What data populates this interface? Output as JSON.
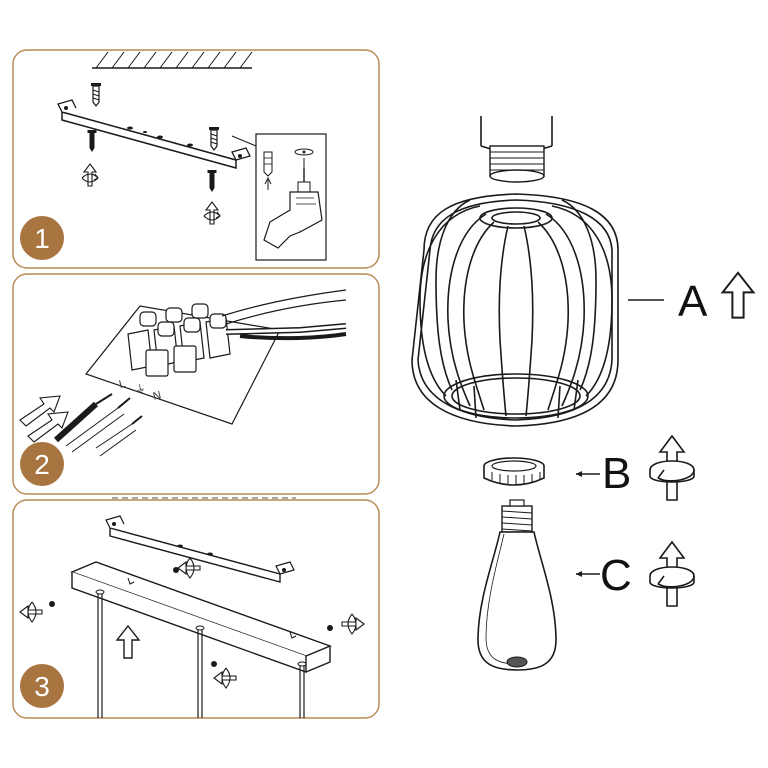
{
  "colors": {
    "panel_border": "#b98a56",
    "badge_fill": "#a87440",
    "line": "#1a1a1a",
    "background": "#ffffff"
  },
  "steps": [
    {
      "number": "1",
      "description_icon": "ceiling-bracket-mounting"
    },
    {
      "number": "2",
      "description_icon": "wire-terminal-connection"
    },
    {
      "number": "3",
      "description_icon": "canopy-attachment"
    }
  ],
  "terminal_block": {
    "labels": [
      "L",
      "⏚",
      "N"
    ]
  },
  "parts": [
    {
      "letter": "A",
      "name_icon": "cage-lampshade",
      "motion_icon": "up-arrow-icon"
    },
    {
      "letter": "B",
      "name_icon": "shade-ring",
      "motion_icon": "twist-arrow-icon"
    },
    {
      "letter": "C",
      "name_icon": "edison-bulb",
      "motion_icon": "twist-arrow-icon"
    }
  ]
}
